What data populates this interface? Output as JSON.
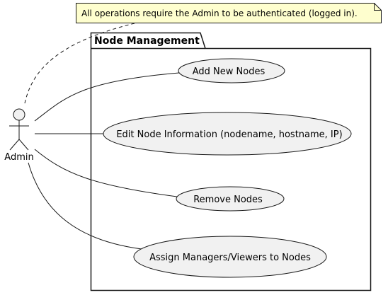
{
  "note": {
    "text": "All operations require the Admin to be authenticated (logged in)."
  },
  "actor": {
    "label": "Admin"
  },
  "package": {
    "title": "Node Management"
  },
  "use_cases": [
    {
      "label": "Add New Nodes"
    },
    {
      "label": "Edit Node Information (nodename, hostname, IP)"
    },
    {
      "label": "Remove Nodes"
    },
    {
      "label": "Assign Managers/Viewers to Nodes"
    }
  ],
  "colors": {
    "note_fill": "#FEFECE",
    "use_case_fill": "#F1F1F1",
    "stroke": "#181818",
    "background": "#FFFFFF"
  }
}
